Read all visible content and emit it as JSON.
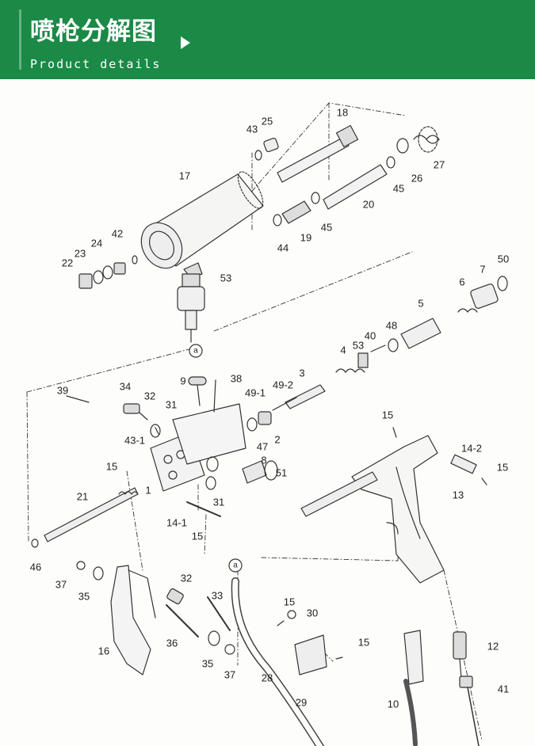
{
  "header": {
    "title": "喷枪分解图",
    "subtitle": "Product details"
  },
  "colors": {
    "header_bg": "#1a8a46",
    "header_text": "#ffffff",
    "line": "#333333"
  },
  "callouts": {
    "p18": "18",
    "p25": "25",
    "p43a": "43",
    "p17": "17",
    "p27": "27",
    "p26": "26",
    "p45a": "45",
    "p20": "20",
    "p45b": "45",
    "p19": "19",
    "p44": "44",
    "p42": "42",
    "p24": "24",
    "p23": "23",
    "p22": "22",
    "p53a": "53",
    "pa1": "a",
    "p50": "50",
    "p7": "7",
    "p6": "6",
    "p5": "5",
    "p48": "48",
    "p40": "40",
    "p53b": "53",
    "p4": "4",
    "p3": "3",
    "p49_2": "49-2",
    "p49_1": "49-1",
    "p9": "9",
    "p38": "38",
    "p39": "39",
    "p34": "34",
    "p32a": "32",
    "p31a": "31",
    "p43_1": "43-1",
    "p2": "2",
    "p47": "47",
    "p8": "8",
    "p51": "51",
    "p15a": "15",
    "p15b": "15",
    "p14_2": "14-2",
    "p15c": "15",
    "p13": "13",
    "p21": "21",
    "p1": "1",
    "p31b": "31",
    "p14_1": "14-1",
    "p15d": "15",
    "p46": "46",
    "p37a": "37",
    "p35a": "35",
    "pa2": "a",
    "p32b": "32",
    "p33": "33",
    "p15e": "15",
    "p30": "30",
    "p36": "36",
    "p15f": "15",
    "p16": "16",
    "p35b": "35",
    "p37b": "37",
    "p28": "28",
    "p29": "29",
    "p12": "12",
    "p10": "10",
    "p41": "41"
  }
}
